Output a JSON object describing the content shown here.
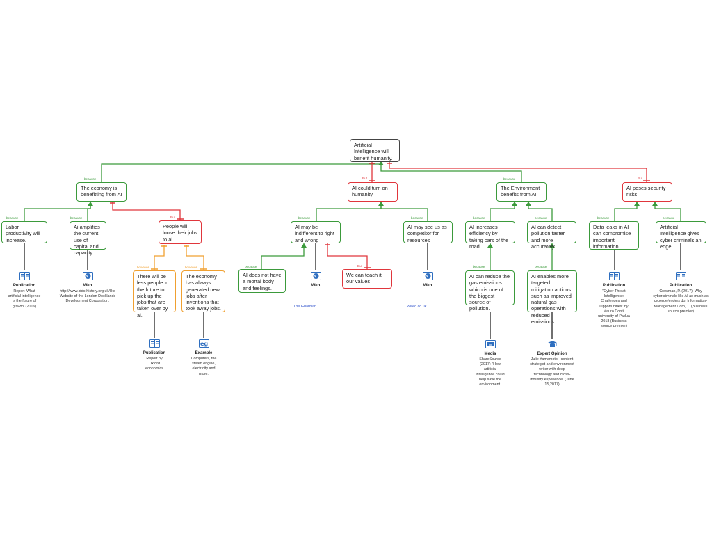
{
  "connector_labels": {
    "because": "because",
    "but": "But",
    "however": "however"
  },
  "root": {
    "text": "Artificial Intelligence will benefit humanity."
  },
  "claims": {
    "c1": {
      "text": "The economy is benefitting from AI"
    },
    "c2": {
      "text": "AI could turn on humanity"
    },
    "c3": {
      "text": "The Environment benefits from AI"
    },
    "c4": {
      "text": "AI poses security risks"
    }
  },
  "reasons": {
    "r1": {
      "text": "Labor productivity will increase."
    },
    "r2": {
      "text": "Ai amplifies the current use of capital and capacity."
    },
    "r3": {
      "text": "People will loose their jobs to ai."
    },
    "r4": {
      "text": "There will be less people in the future to pick up the jobs that are taken over by ai."
    },
    "r5": {
      "text": "The economy has always generated new jobs after inventions that took away jobs."
    },
    "r6": {
      "text": "AI may be indifferent to right and wrong"
    },
    "r7": {
      "text": "AI does not have a mortal body and feelings."
    },
    "r8": {
      "text": "We can teach it our values"
    },
    "r9": {
      "text": "AI may see us as competitor for resources"
    },
    "r10": {
      "text": "AI increases efficiency by taking cars of the road."
    },
    "r11": {
      "text": "AI can reduce the gas emissions which is one of the biggest source of pollution."
    },
    "r12": {
      "text": "AI can detect pollution faster and more accurately."
    },
    "r13": {
      "text": "AI enables more targeted mitigation actions such as improved natural gas operations with reduced emissions."
    },
    "r14": {
      "text": "Data leaks in AI can compromise important information"
    },
    "r15": {
      "text": "Artificial Intelligence gives cyber criminals an edge."
    }
  },
  "sources": {
    "s1": {
      "type": "Publication",
      "icon": "book-icon",
      "desc": "Report 'What artificial intelligence is the future of growth' (2016)"
    },
    "s2": {
      "type": "Web",
      "icon": "globe-icon",
      "desc": "http://www.lddc-history.org.uk/like Website of the London Docklands Development Corporation."
    },
    "s3": {
      "type": "Publication",
      "icon": "book-icon",
      "desc": "Report by Oxford economics"
    },
    "s4": {
      "type": "Example",
      "icon": "example-icon",
      "desc": "Computers, the steam engine, electricity and more."
    },
    "s5": {
      "type": "Web",
      "icon": "globe-icon",
      "desc": "The Guardian"
    },
    "s6": {
      "type": "Web",
      "icon": "globe-icon",
      "desc": "Wired.co.uk"
    },
    "s7": {
      "type": "Media",
      "icon": "media-icon",
      "desc": "ShareSource (2017) \"How artificial intelligence could help save the environment."
    },
    "s8": {
      "type": "Expert Opinion",
      "icon": "expert-icon",
      "desc": "Julie Yamamoto - content strategist and environment writer with deep technology and cross-industry experience. (June 15,2017)"
    },
    "s9": {
      "type": "Publication",
      "icon": "book-icon",
      "desc": "\"Cyber Threat Intelligence: Challenges and Opportunities\" by Mauro Conti, university of Padua 2018 (Business source premier)"
    },
    "s10": {
      "type": "Publication",
      "icon": "book-icon",
      "desc": "Crowman, P. (2017). Why cybercriminals like AI as much as cyberdefenders do. Information-Management.Com, 1. (Business source premier)"
    }
  },
  "colors": {
    "support": "#3b9a3b",
    "objection": "#e0363c",
    "rebuttal": "#f0a030",
    "root_border": "#444444",
    "icon_blue": "#2f6fc0",
    "link": "#3355cc"
  }
}
